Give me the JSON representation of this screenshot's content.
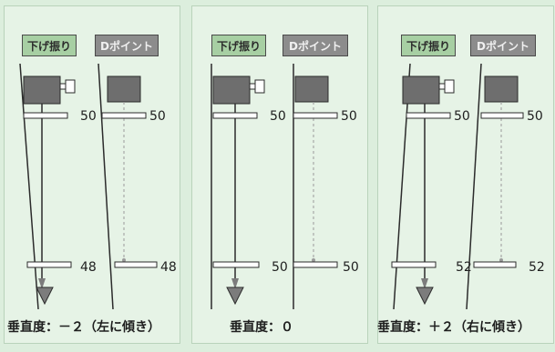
{
  "panels": [
    {
      "label_left": "下げ振り",
      "label_right": "Dポイント",
      "left_top_value": "50",
      "right_top_value": "50",
      "left_bottom_value": "48",
      "right_bottom_value": "48",
      "verdict": "垂直度：－２（左に傾き）"
    },
    {
      "label_left": "下げ振り",
      "label_right": "Dポイント",
      "left_top_value": "50",
      "right_top_value": "50",
      "left_bottom_value": "50",
      "right_bottom_value": "50",
      "verdict": "垂直度：０"
    },
    {
      "label_left": "下げ振り",
      "label_right": "Dポイント",
      "left_top_value": "50",
      "right_top_value": "50",
      "left_bottom_value": "52",
      "right_bottom_value": "52",
      "verdict": "垂直度：＋２（右に傾き）"
    }
  ],
  "colors": {
    "background": "#dceedd",
    "panel": "#e6f3e6",
    "label_left_fill": "#a7cfa3",
    "label_right_fill": "#8c8c8c",
    "device_fill": "#6e6e6e",
    "line": "#2b2b2b",
    "dashed": "#9a9a9a",
    "bob": "#7c7c7c"
  }
}
